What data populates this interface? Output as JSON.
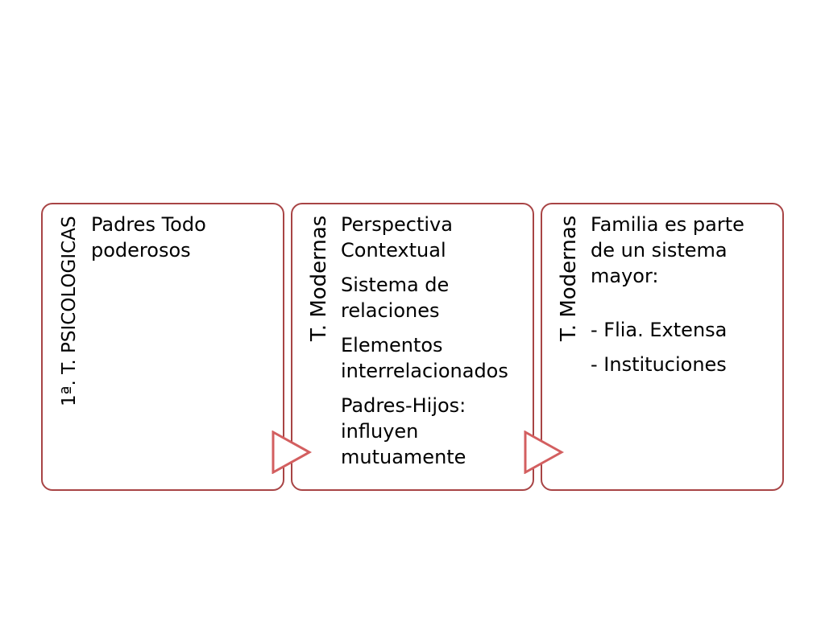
{
  "diagram": {
    "accent_color": "#a84445",
    "arrow_icon": "chevron-arrow-icon",
    "stages": [
      {
        "title": "1ª. T. PSICOLOGICAS",
        "items": [
          "Padres Todo poderosos"
        ]
      },
      {
        "title": "T. Modernas",
        "items": [
          "Perspectiva Contextual",
          "Sistema de relaciones",
          "Elementos interrelacionados",
          "Padres-Hijos: influyen mutuamente"
        ]
      },
      {
        "title": "T. Modernas",
        "items": [
          "Familia es parte de un sistema mayor:",
          "- Flia. Extensa",
          "- Instituciones"
        ]
      }
    ]
  }
}
